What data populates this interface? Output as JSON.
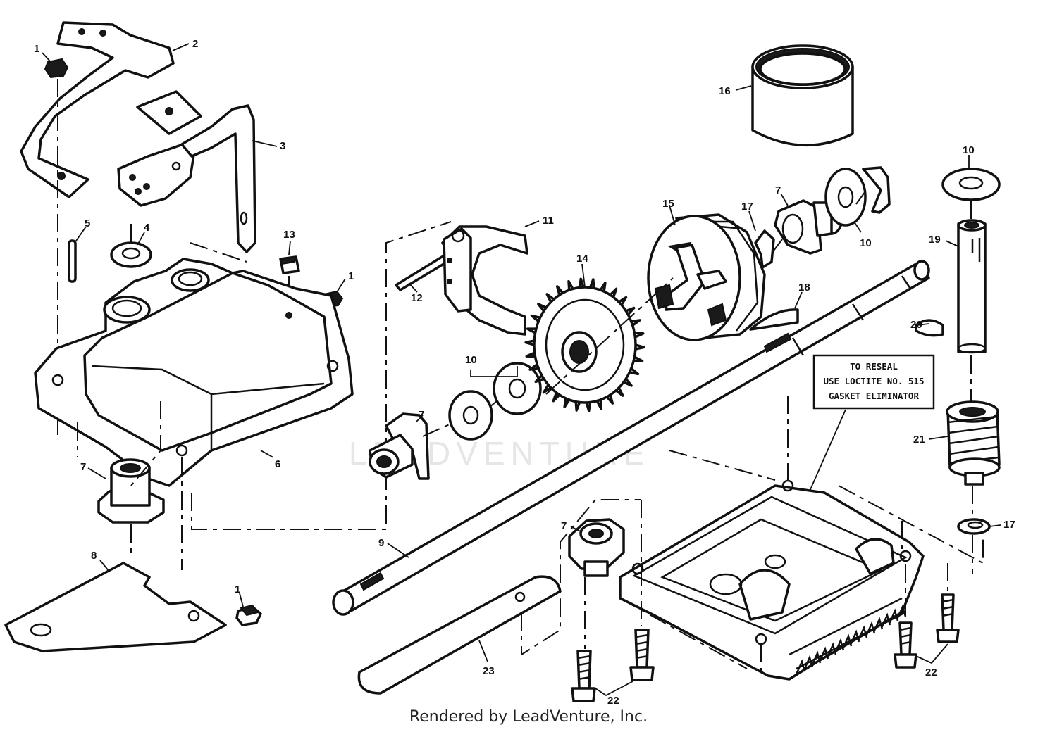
{
  "watermark_text": "LEADVENTURE",
  "note": {
    "line1": "TO RESEAL",
    "line2": "USE LOCTITE  NO. 515",
    "line3": "GASKET ELIMINATOR"
  },
  "footer": "Rendered by LeadVenture, Inc.",
  "callouts": [
    {
      "id": "c1a",
      "text": "1"
    },
    {
      "id": "c2",
      "text": "2"
    },
    {
      "id": "c3",
      "text": "3"
    },
    {
      "id": "c4",
      "text": "4"
    },
    {
      "id": "c5",
      "text": "5"
    },
    {
      "id": "c13",
      "text": "13"
    },
    {
      "id": "c1b",
      "text": "1"
    },
    {
      "id": "c6",
      "text": "6"
    },
    {
      "id": "c7a",
      "text": "7"
    },
    {
      "id": "c8",
      "text": "8"
    },
    {
      "id": "c1c",
      "text": "1"
    },
    {
      "id": "c12",
      "text": "12"
    },
    {
      "id": "c11",
      "text": "11"
    },
    {
      "id": "c14",
      "text": "14"
    },
    {
      "id": "c10a",
      "text": "10"
    },
    {
      "id": "c7b",
      "text": "7"
    },
    {
      "id": "c15",
      "text": "15"
    },
    {
      "id": "c17a",
      "text": "17"
    },
    {
      "id": "c7c",
      "text": "7"
    },
    {
      "id": "c10b",
      "text": "10"
    },
    {
      "id": "c16",
      "text": "16"
    },
    {
      "id": "c18",
      "text": "18"
    },
    {
      "id": "c10c",
      "text": "10"
    },
    {
      "id": "c19",
      "text": "19"
    },
    {
      "id": "c20",
      "text": "20"
    },
    {
      "id": "c21",
      "text": "21"
    },
    {
      "id": "c17b",
      "text": "17"
    },
    {
      "id": "c9",
      "text": "9"
    },
    {
      "id": "c7d",
      "text": "7"
    },
    {
      "id": "c23",
      "text": "23"
    },
    {
      "id": "c22a",
      "text": "22"
    },
    {
      "id": "c22b",
      "text": "22"
    }
  ]
}
